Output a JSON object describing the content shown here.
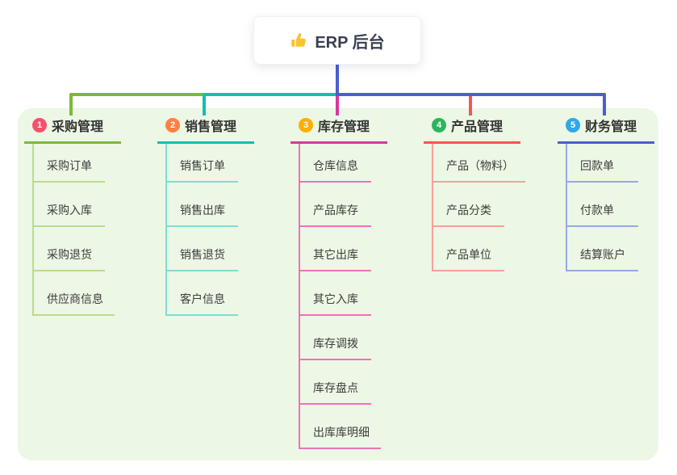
{
  "root": {
    "title": "ERP 后台",
    "icon": "thumbs-up-icon",
    "icon_color": "#f8c332"
  },
  "connector": {
    "root_line_color": "#4a5fd0"
  },
  "branches": [
    {
      "badge": "1",
      "label": "采购管理",
      "badge_color": "#f4516c",
      "line_color": "#7cb83e",
      "child_line_color": "#b9dc8e",
      "children": [
        "采购订单",
        "采购入库",
        "采购退货",
        "供应商信息"
      ]
    },
    {
      "badge": "2",
      "label": "销售管理",
      "badge_color": "#ff7f45",
      "line_color": "#12bfb2",
      "child_line_color": "#7fdcd2",
      "children": [
        "销售订单",
        "销售出库",
        "销售退货",
        "客户信息"
      ]
    },
    {
      "badge": "3",
      "label": "库存管理",
      "badge_color": "#ffae00",
      "line_color": "#d6399b",
      "child_line_color": "#ee72b8",
      "children": [
        "仓库信息",
        "产品库存",
        "其它出库",
        "其它入库",
        "库存调拨",
        "库存盘点",
        "出库库明细"
      ]
    },
    {
      "badge": "4",
      "label": "产品管理",
      "badge_color": "#2cb55e",
      "line_color": "#f4574d",
      "child_line_color": "#f8a09a",
      "children": [
        "产品（物料）",
        "产品分类",
        "产品单位"
      ]
    },
    {
      "badge": "5",
      "label": "财务管理",
      "badge_color": "#2fa8ec",
      "line_color": "#4a5fd0",
      "child_line_color": "#96a9e6",
      "children": [
        "回款单",
        "付款单",
        "结算账户"
      ]
    }
  ],
  "colors": {
    "panel_background": "#ecf7e5",
    "title_text": "#333333",
    "child_text": "#3d3d3d"
  }
}
